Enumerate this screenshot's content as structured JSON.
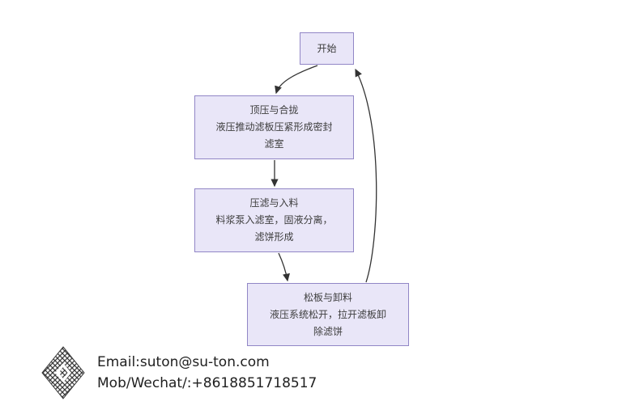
{
  "diagram": {
    "title": "filter-press-process-flowchart",
    "nodes": [
      {
        "id": "start",
        "lines": [
          "开始"
        ]
      },
      {
        "id": "close",
        "lines": [
          "顶压与合拢",
          "液压推动滤板压紧形成密封",
          "滤室"
        ]
      },
      {
        "id": "filter",
        "lines": [
          "压滤与入料",
          "料浆泵入滤室，固液分离，",
          "滤饼形成"
        ]
      },
      {
        "id": "discharge",
        "lines": [
          "松板与卸料",
          "液压系统松开，拉开滤板卸",
          "除滤饼"
        ]
      }
    ],
    "edges": [
      {
        "from": "start",
        "to": "close"
      },
      {
        "from": "close",
        "to": "filter"
      },
      {
        "from": "filter",
        "to": "discharge"
      },
      {
        "from": "discharge",
        "to": "start",
        "style": "loop-right"
      }
    ],
    "colors": {
      "node_fill": "#e9e6f8",
      "node_border": "#9186c6",
      "arrow": "#333333",
      "text": "#3d3d3d"
    }
  },
  "footer": {
    "email": "Email:suton@su-ton.com",
    "mobile": "Mob/Wechat/:+8618851718517"
  }
}
